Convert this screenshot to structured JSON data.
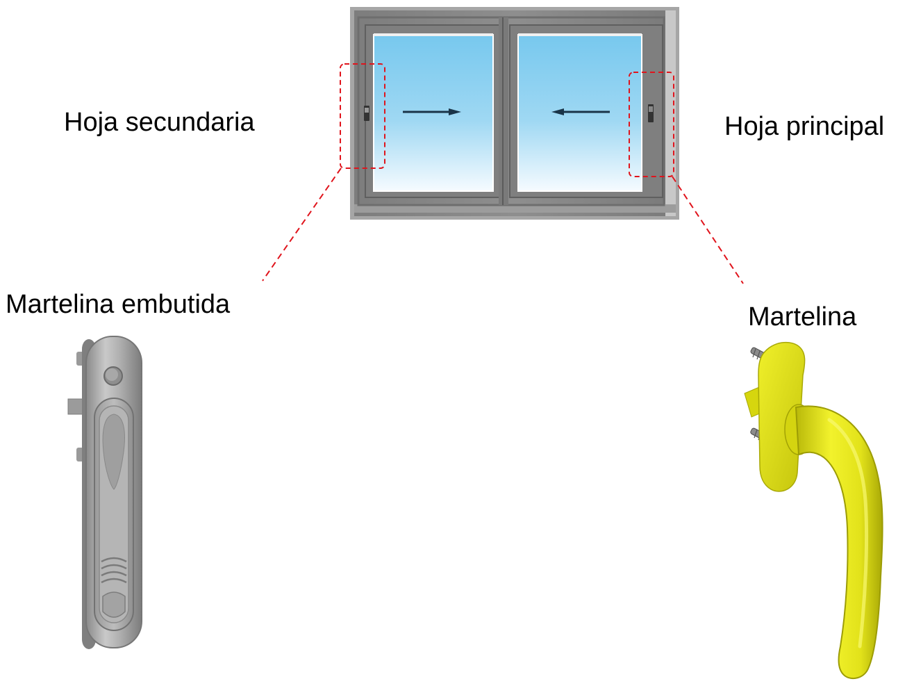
{
  "labels": {
    "secondary_leaf": "Hoja secundaria",
    "main_leaf": "Hoja principal",
    "recessed_handle": "Martelina embutida",
    "handle": "Martelina"
  },
  "colors": {
    "callout_dash": "#e0141c",
    "frame_gray": "#8b8b8b",
    "glass_top": "#7fcbee",
    "glass_bottom": "#f4fbff",
    "recessed_handle": "#a9a9a9",
    "lever_handle": "#e3e21e"
  },
  "icons": {
    "window": "sliding-window-icon",
    "recessed_handle": "recessed-handle-icon",
    "lever_handle": "lever-handle-icon"
  }
}
